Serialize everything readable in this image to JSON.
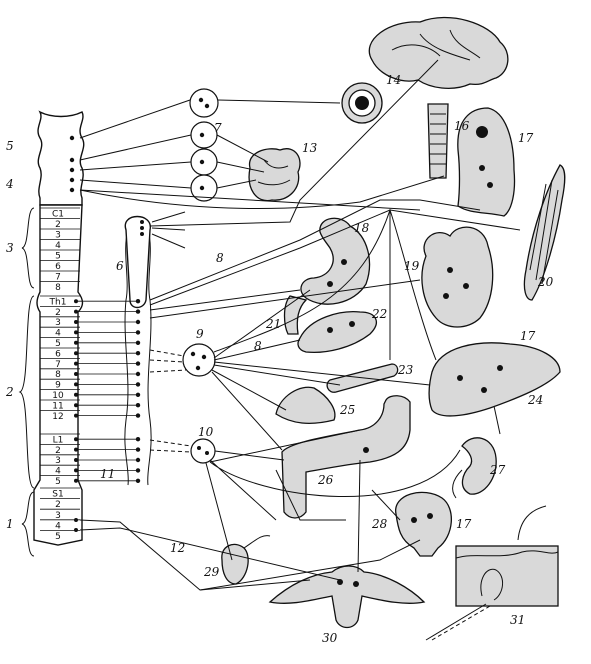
{
  "cord_segments": {
    "cervical": [
      "C1",
      "2",
      "3",
      "4",
      "5",
      "6",
      "7",
      "8"
    ],
    "thoracic": [
      "Th1",
      "2",
      "3",
      "4",
      "5",
      "6",
      "7",
      "8",
      "9",
      "10",
      "11",
      "12"
    ],
    "lumbar": [
      "L1",
      "2",
      "3",
      "4",
      "5"
    ],
    "sacral": [
      "S1",
      "2",
      "3",
      "4",
      "5"
    ]
  },
  "labels": {
    "l1": "1",
    "l2": "2",
    "l3": "3",
    "l4": "4",
    "l5": "5",
    "l6": "6",
    "l7": "7",
    "l8a": "8",
    "l8b": "8",
    "l9": "9",
    "l10": "10",
    "l11": "11",
    "l12": "12",
    "l13": "13",
    "l14": "14",
    "l16": "16",
    "l17a": "17",
    "l17b": "17",
    "l17c": "17",
    "l18": "18",
    "l19": "19",
    "l20": "20",
    "l21": "21",
    "l22": "22",
    "l23": "23",
    "l24": "24",
    "l25": "25",
    "l26": "26",
    "l27": "27",
    "l28": "28",
    "l29": "29",
    "l30": "30",
    "l31": "31"
  }
}
